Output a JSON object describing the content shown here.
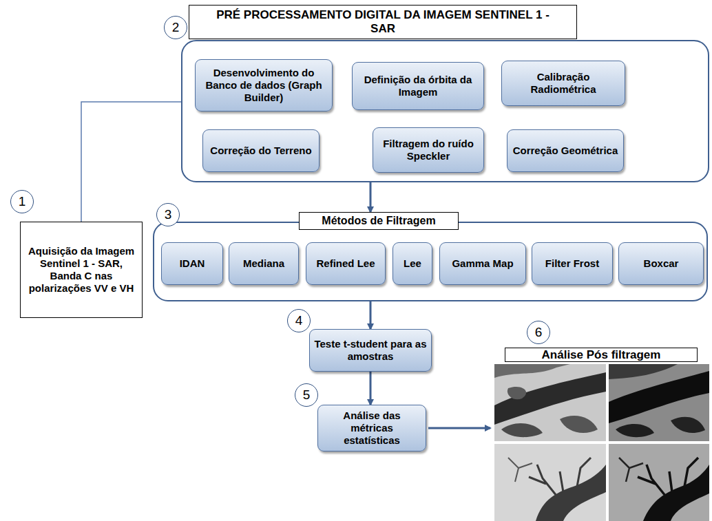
{
  "diagram": {
    "nodes": [
      {
        "text": [
          "PRÉ PROCESSAMENTO DIGITAL DA IMAGEM SENTINEL 1 - SAR"
        ]
      },
      {
        "text": [
          "Desenvolvimento do Banco de dados (Graph Builder)"
        ],
        "in": 0
      },
      {
        "text": [
          "Definição da órbita da Imagem"
        ],
        "in": 0
      },
      {
        "text": [
          "Calibração Radiométrica"
        ],
        "in": 0
      },
      {
        "text": [
          "Correção do Terreno"
        ],
        "in": 0
      },
      {
        "text": [
          "Filtragem do ruído Speckler"
        ],
        "in": 0
      },
      {
        "text": [
          "Correção Geométrica"
        ],
        "in": 0
      },
      {
        "text": [
          "Aquisição da Imagem Sentinel 1 - SAR, Banda C nas polarizações VV e VH"
        ]
      },
      {
        "text": [
          "Métodos de Filtragem"
        ]
      },
      {
        "text": [
          "IDAN"
        ],
        "in": 8
      },
      {
        "text": [
          "Mediana"
        ],
        "in": 8
      },
      {
        "text": [
          "Refined Lee"
        ],
        "in": 8
      },
      {
        "text": [
          "Lee"
        ],
        "in": 8
      },
      {
        "text": [
          "Gamma Map"
        ],
        "in": 8
      },
      {
        "text": [
          "Filter Frost"
        ],
        "in": 8
      },
      {
        "text": [
          "Boxcar"
        ],
        "in": 8
      },
      {
        "text": [
          "Teste t-student para as amostras"
        ]
      },
      {
        "text": [
          "Análise das métricas estatísticas"
        ]
      }
    ],
    "edges": [
      {
        "from": 7,
        "to": 0,
        "arrow": "none"
      },
      {
        "from": 0,
        "to": 8,
        "arrow": "to"
      },
      {
        "from": 8,
        "to": 16,
        "arrow": "to"
      },
      {
        "from": 16,
        "to": 17,
        "arrow": "to"
      }
    ],
    "labels": [
      "2",
      "1",
      "3",
      "4",
      "5",
      "6",
      "Análise Pós filtragem"
    ]
  }
}
